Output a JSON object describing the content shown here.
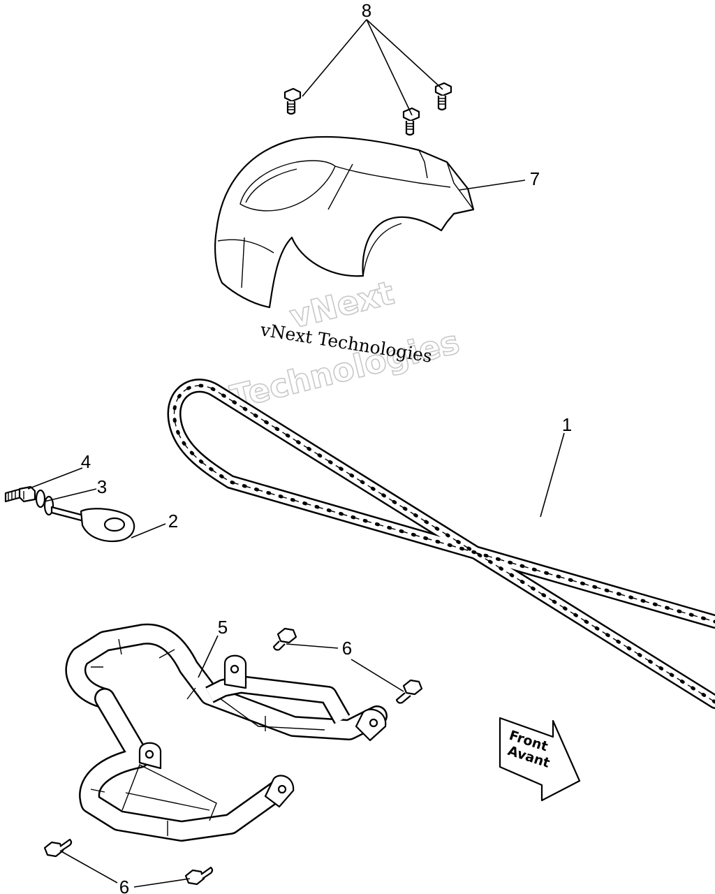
{
  "diagram": {
    "callouts": [
      "1",
      "2",
      "3",
      "4",
      "5",
      "6",
      "7",
      "8"
    ],
    "callout_6_second": "6",
    "watermark": {
      "line_text": "vNext Technologies",
      "outline_line1": "vNext",
      "outline_line2": "Technologies"
    },
    "direction_arrow": {
      "line1": "Front",
      "line2": "Avant"
    }
  }
}
